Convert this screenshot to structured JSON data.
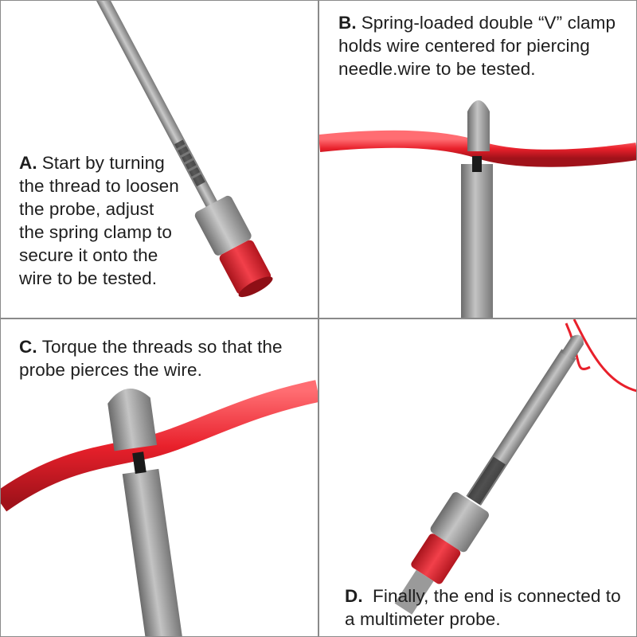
{
  "panels": {
    "a": {
      "letter": "A.",
      "text": "Start by turning the thread to loosen the probe, adjust the spring clamp to secure it onto the wire to be tested."
    },
    "b": {
      "letter": "B.",
      "text": "Spring-loaded double “V” clamp holds wire centered for piercing needle.wire to be tested."
    },
    "c": {
      "letter": "C.",
      "text": "Torque the threads so that the probe pierces the wire."
    },
    "d": {
      "letter": "D.",
      "text": " Finally, the end is connected to a multimeter probe."
    }
  },
  "colors": {
    "wire_red": "#e8202b",
    "probe_gray": "#9b9b9b",
    "cap_red": "#e0262f",
    "border": "#8a8a8a",
    "text": "#1e1e1e"
  },
  "icons": [
    "probe-needle",
    "red-wire",
    "thread-collar",
    "red-cap"
  ]
}
